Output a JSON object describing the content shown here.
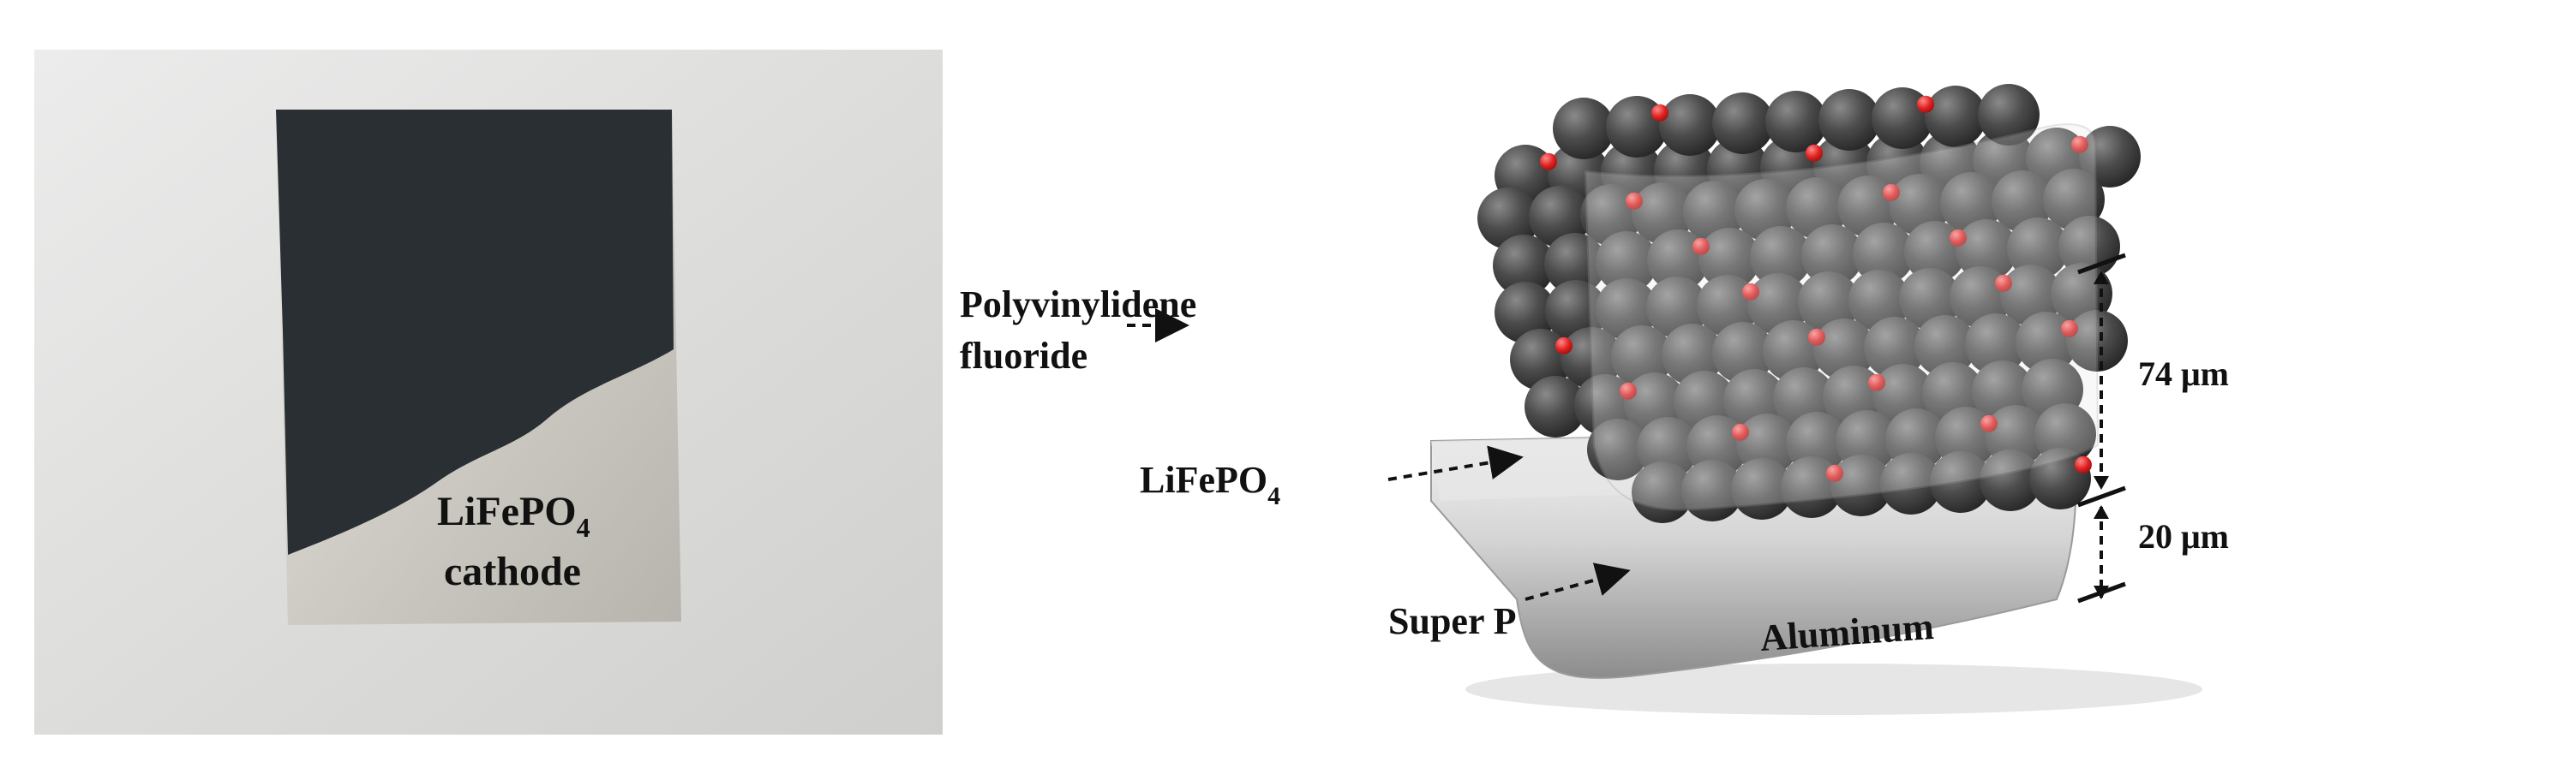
{
  "photo": {
    "label_line1": "LiFePO",
    "label_line1_sub": "4",
    "label_line2": "cathode"
  },
  "diagram": {
    "binder_label_line1": "Polyvinylidene",
    "binder_label_line2": "fluoride",
    "active_label": "LiFePO",
    "active_label_sub": "4",
    "conductive_label": "Super P",
    "substrate_label": "Aluminum",
    "coating_thickness": "74 μm",
    "foil_thickness": "20 μm"
  },
  "colors": {
    "coating": "#2a2f33",
    "foil": "#cfcfc9",
    "particle": "#4a4a4a",
    "super_p": "#e02020"
  }
}
